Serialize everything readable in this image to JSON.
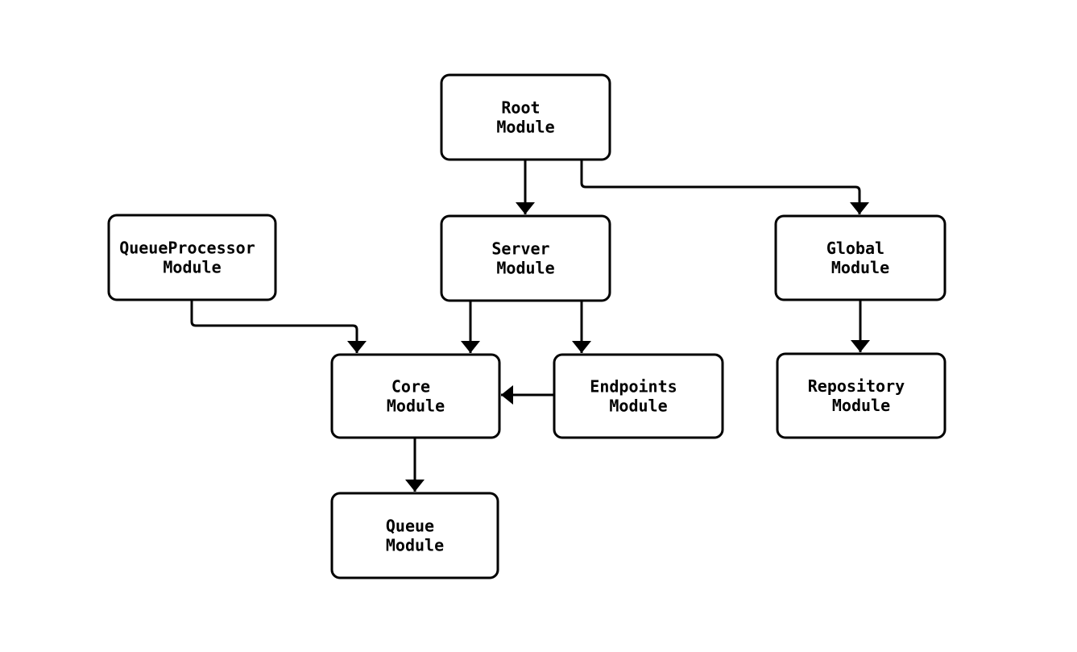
{
  "diagram": {
    "type": "flowchart",
    "background_color": "#ffffff",
    "stroke_color": "#000000",
    "text_color": "#000000",
    "node_fill_color": "#ffffff",
    "nodes": {
      "root": {
        "line1": "Root",
        "line2": "Module"
      },
      "server": {
        "line1": "Server",
        "line2": "Module"
      },
      "global": {
        "line1": "Global",
        "line2": "Module"
      },
      "queueprocessor": {
        "line1": "QueueProcessor",
        "line2": "Module"
      },
      "core": {
        "line1": "Core",
        "line2": "Module"
      },
      "endpoints": {
        "line1": "Endpoints",
        "line2": "Module"
      },
      "repository": {
        "line1": "Repository",
        "line2": "Module"
      },
      "queue": {
        "line1": "Queue",
        "line2": "Module"
      }
    },
    "edges": [
      {
        "from": "Root Module",
        "to": "Server Module"
      },
      {
        "from": "Root Module",
        "to": "Global Module"
      },
      {
        "from": "QueueProcessor Module",
        "to": "Core Module"
      },
      {
        "from": "Server Module",
        "to": "Core Module"
      },
      {
        "from": "Server Module",
        "to": "Endpoints Module"
      },
      {
        "from": "Endpoints Module",
        "to": "Core Module"
      },
      {
        "from": "Global Module",
        "to": "Repository Module"
      },
      {
        "from": "Core Module",
        "to": "Queue Module"
      }
    ]
  }
}
